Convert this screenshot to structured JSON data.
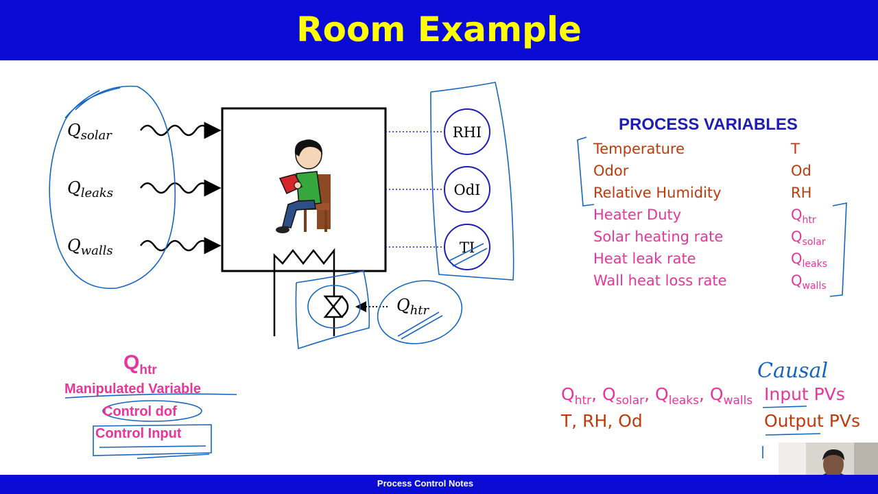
{
  "slide": {
    "title": "Room Example",
    "footer": "Process Control Notes"
  },
  "diagram": {
    "inputs": [
      {
        "symbol": "Q",
        "subscript": "solar"
      },
      {
        "symbol": "Q",
        "subscript": "leaks"
      },
      {
        "symbol": "Q",
        "subscript": "walls"
      }
    ],
    "indicators": [
      "RHI",
      "OdI",
      "TI"
    ],
    "heater_input": {
      "symbol": "Q",
      "subscript": "htr"
    }
  },
  "process_variables": {
    "heading": "PROCESS VARIABLES",
    "rows": [
      {
        "name": "Temperature",
        "symbol": "T",
        "sub": "",
        "kind": "output"
      },
      {
        "name": "Odor",
        "symbol": "Od",
        "sub": "",
        "kind": "output"
      },
      {
        "name": "Relative Humidity",
        "symbol": "RH",
        "sub": "",
        "kind": "output"
      },
      {
        "name": "Heater Duty",
        "symbol": "Q",
        "sub": "htr",
        "kind": "input"
      },
      {
        "name": "Solar heating rate",
        "symbol": "Q",
        "sub": "solar",
        "kind": "input"
      },
      {
        "name": "Heat leak rate",
        "symbol": "Q",
        "sub": "leaks",
        "kind": "input"
      },
      {
        "name": "Wall heat loss rate",
        "symbol": "Q",
        "sub": "walls",
        "kind": "input"
      }
    ]
  },
  "manipulated": {
    "symbol": "Q",
    "sub": "htr",
    "lines": [
      "Manipulated Variable",
      "Control dof",
      "Control Input"
    ]
  },
  "classification": {
    "inputs": [
      {
        "symbol": "Q",
        "sub": "htr"
      },
      {
        "symbol": "Q",
        "sub": "solar"
      },
      {
        "symbol": "Q",
        "sub": "leaks"
      },
      {
        "symbol": "Q",
        "sub": "walls"
      }
    ],
    "input_label": "Input PVs",
    "outputs_text": "T, RH, Od",
    "output_label": "Output PVs"
  },
  "handwriting": {
    "causal": "Causal"
  },
  "colors": {
    "header_blue": "#0b0bd6",
    "title_yellow": "#ffff00",
    "pv_heading_blue": "#1d1db4",
    "output_red": "#c0390b",
    "input_pink": "#e8359b",
    "ink_blue": "#1565c0"
  }
}
